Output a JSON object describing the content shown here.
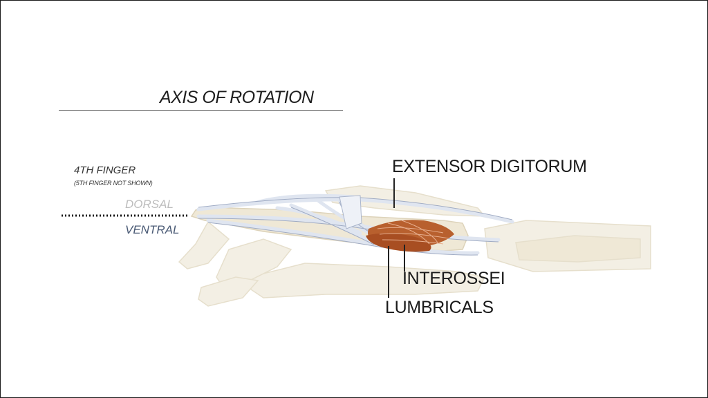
{
  "heading": "AXIS OF ROTATION",
  "finger_label": "4TH FINGER",
  "finger_note": "(5TH FINGER NOT SHOWN)",
  "dorsal_label": "DORSAL",
  "ventral_label": "VENTRAL",
  "callouts": {
    "extensor": "EXTENSOR DIGITORUM",
    "interossei": "INTEROSSEI",
    "lumbricals": "LUMBRICALS"
  },
  "colors": {
    "bone": "#efe8d6",
    "tendon": "#dfe5f0",
    "muscle": "#b8602e",
    "ventral_text": "#4a5a75",
    "dorsal_text": "#bdbdbd"
  }
}
